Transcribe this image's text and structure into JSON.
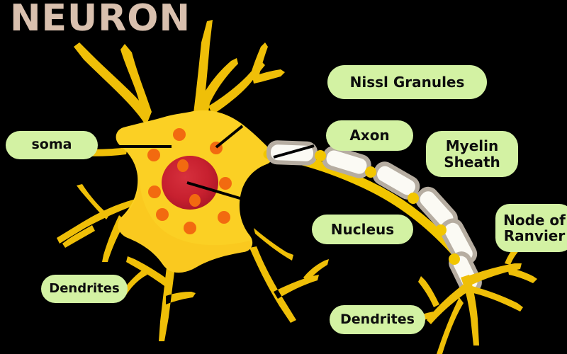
{
  "title": "NEURON",
  "colors": {
    "background": "#000000",
    "title_text": "#D9C0AE",
    "label_pill": "#D3F2A3",
    "label_text": "#0D0D0D",
    "soma_yellow": "#FBD024",
    "dendrite_yellow": "#EFBF08",
    "nucleus_red": "#C7202F",
    "granule_orange": "#F26A10",
    "myelin_fill": "#FBFAF4",
    "myelin_outline": "#B6ADA1",
    "node_yellow": "#F2C600",
    "leader_line": "#000000"
  },
  "labels": {
    "soma": "soma",
    "nissl_granules": "Nissl Granules",
    "axon": "Axon",
    "myelin_sheath_line1": "Myelin",
    "myelin_sheath_line2": "Sheath",
    "nucleus": "Nucleus",
    "node_of_ranvier_line1": "Node of",
    "node_of_ranvier_line2": "Ranvier",
    "dendrites_left": "Dendrites",
    "dendrites_bottom": "Dendrites"
  },
  "diagram": {
    "type": "neuron-anatomy-illustration",
    "parts": [
      "soma",
      "dendrites",
      "nucleus",
      "nissl-granules",
      "axon",
      "myelin-sheath",
      "node-of-ranvier",
      "axon-terminals"
    ],
    "granule_count": 11,
    "myelin_segment_count": 6,
    "node_count": 5
  }
}
